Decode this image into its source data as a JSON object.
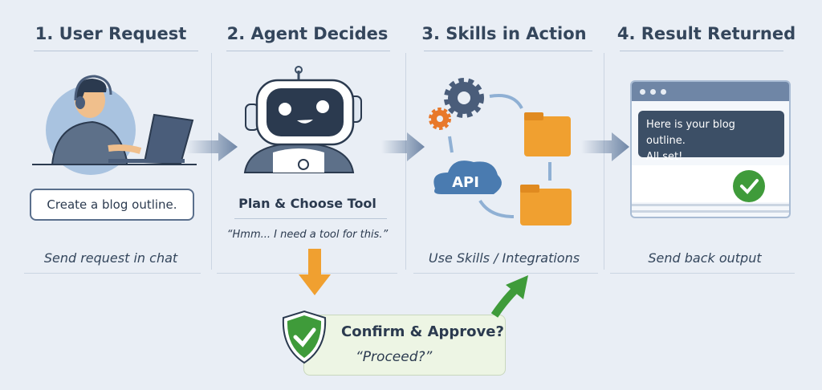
{
  "steps": [
    {
      "title": "1. User Request",
      "caption": "Send request in chat",
      "chat_message": "Create a blog outline."
    },
    {
      "title": "2. Agent Decides",
      "subtitle": "Plan & Choose Tool",
      "quote": "“Hmm... I need a tool for this.”"
    },
    {
      "title": "3. Skills in Action",
      "caption": "Use Skills / Integrations",
      "api_label": "API"
    },
    {
      "title": "4. Result Returned",
      "caption": "Send back output",
      "result_message_line1": "Here is your blog outline.",
      "result_message_line2": "All set!"
    }
  ],
  "confirm": {
    "title": "Confirm & Approve?",
    "quote": "“Proceed?”"
  },
  "colors": {
    "background": "#e9eef5",
    "header": "#34465c",
    "green": "#3f9b3a",
    "orange": "#f0a030",
    "navy": "#3c4f66"
  }
}
